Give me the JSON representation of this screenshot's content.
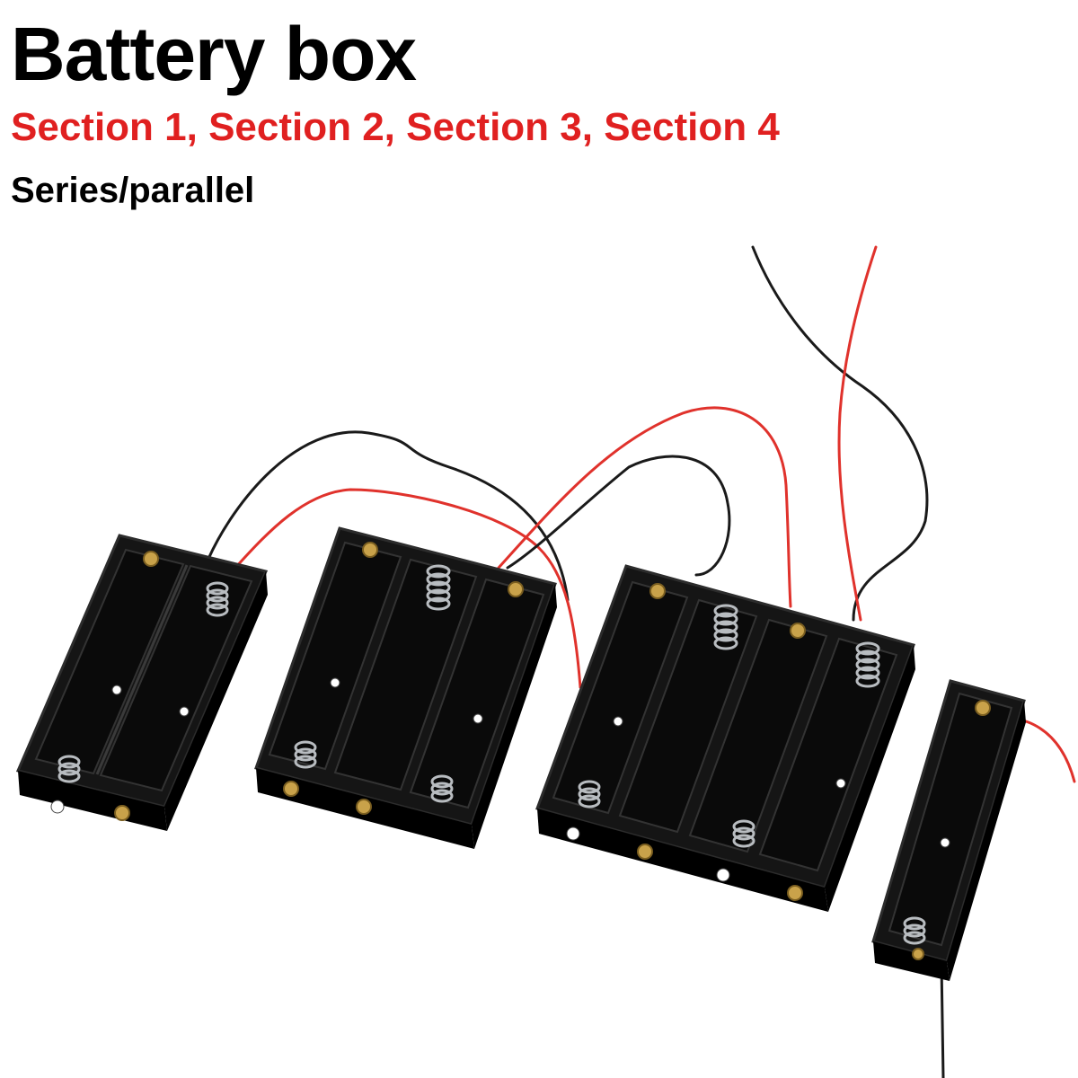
{
  "headline": {
    "title": "Battery box",
    "subtitle": "Section 1, Section 2, Section 3, Section 4",
    "tagline": "Series/parallel"
  },
  "colors": {
    "title": "#000000",
    "subtitle": "#e02020",
    "tagline": "#000000",
    "holder": "#151515",
    "holder_edge": "#2c2c2c",
    "holder_floor": "#0a0a0a",
    "wire_red": "#e0322c",
    "wire_black": "#1a1a1a",
    "contact_brass": "#c9a24a",
    "spring_steel": "#b8bcc0"
  },
  "product": {
    "items": [
      {
        "name": "2-cell holder",
        "cells": 2
      },
      {
        "name": "3-cell holder",
        "cells": 3
      },
      {
        "name": "4-cell holder",
        "cells": 4
      },
      {
        "name": "1-cell holder",
        "cells": 1
      }
    ]
  }
}
